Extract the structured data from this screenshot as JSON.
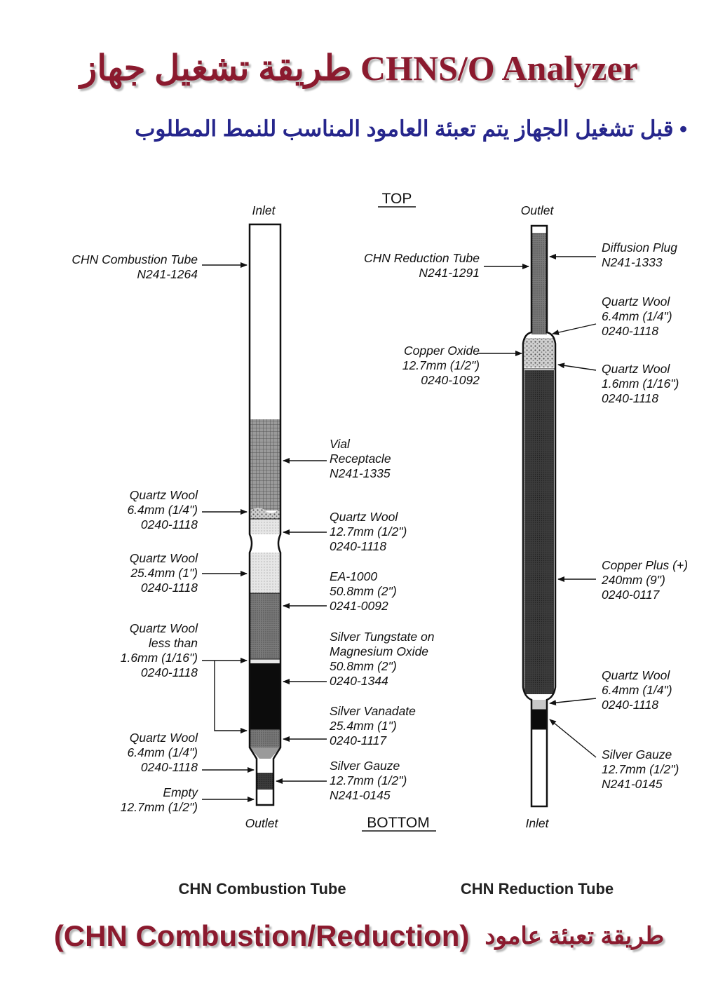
{
  "title": "طريقة تشغيل جهاز CHNS/O Analyzer",
  "subtitle": "• قبل تشغيل الجهاز يتم تعبئة العامود المناسب للنمط المطلوب",
  "footer": {
    "english": "(CHN Combustion/Reduction)",
    "arabic": "طريقة تعبئة عامود"
  },
  "diagram": {
    "top_label": "TOP",
    "bottom_label": "BOTTOM",
    "combustion": {
      "caption": "CHN Combustion Tube",
      "inlet": "Inlet",
      "outlet": "Outlet",
      "left_labels": [
        [
          "CHN Combustion Tube",
          "N241-1264"
        ],
        [
          "Quartz Wool",
          "6.4mm (1/4\")",
          "0240-1118"
        ],
        [
          "Quartz Wool",
          "25.4mm (1\")",
          "0240-1118"
        ],
        [
          "Quartz Wool",
          "less than",
          "1.6mm (1/16\")",
          "0240-1118"
        ],
        [
          "Quartz Wool",
          "6.4mm (1/4\")",
          "0240-1118"
        ],
        [
          "Empty",
          "12.7mm (1/2\")"
        ]
      ],
      "right_labels": [
        [
          "Vial",
          "Receptacle",
          "N241-1335"
        ],
        [
          "Quartz Wool",
          "12.7mm (1/2\")",
          "0240-1118"
        ],
        [
          "EA-1000",
          "50.8mm (2\")",
          "0241-0092"
        ],
        [
          "Silver Tungstate on",
          "Magnesium Oxide",
          "50.8mm (2\")",
          "0240-1344"
        ],
        [
          "Silver Vanadate",
          "25.4mm (1\")",
          "0240-1117"
        ],
        [
          "Silver Gauze",
          "12.7mm (1/2\")",
          "N241-0145"
        ]
      ]
    },
    "reduction": {
      "caption": "CHN Reduction Tube",
      "outlet": "Outlet",
      "inlet": "Inlet",
      "left_labels": [
        [
          "CHN Reduction Tube",
          "N241-1291"
        ],
        [
          "Copper Oxide",
          "12.7mm (1/2\")",
          "0240-1092"
        ]
      ],
      "right_labels": [
        [
          "Diffusion Plug",
          "N241-1333"
        ],
        [
          "Quartz Wool",
          "6.4mm (1/4\")",
          "0240-1118"
        ],
        [
          "Quartz Wool",
          "1.6mm (1/16\")",
          "0240-1118"
        ],
        [
          "Copper Plus (+)",
          "240mm (9\")",
          "0240-0117"
        ],
        [
          "Quartz Wool",
          "6.4mm (1/4\")",
          "0240-1118"
        ],
        [
          "Silver Gauze",
          "12.7mm (1/2\")",
          "N241-0145"
        ]
      ]
    }
  }
}
